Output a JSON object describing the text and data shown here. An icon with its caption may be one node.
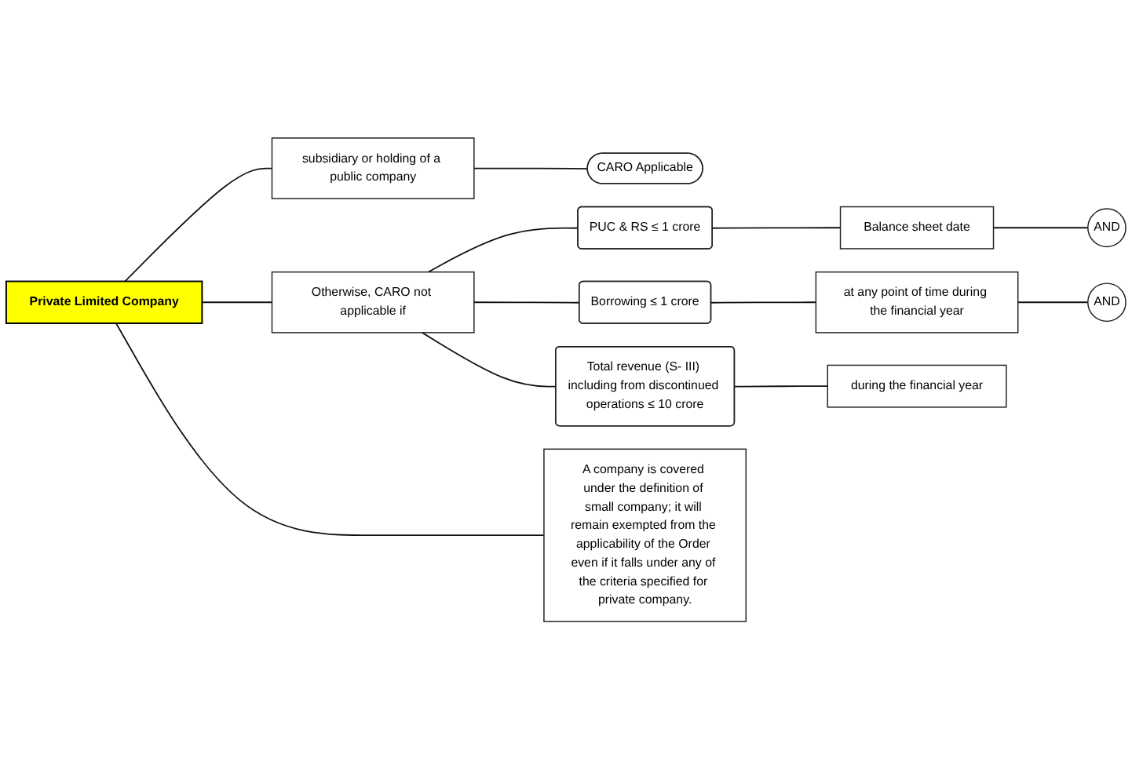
{
  "diagram": {
    "nodes": [
      {
        "text": [
          "Private Limited Company"
        ]
      },
      {
        "text": [
          "subsidiary or holding of a public company"
        ]
      },
      {
        "text": [
          "CARO Applicable"
        ]
      },
      {
        "text": [
          "Otherwise, CARO not applicable if"
        ]
      },
      {
        "text": [
          "PUC & RS ≤ 1 crore"
        ]
      },
      {
        "text": [
          "Balance sheet date"
        ]
      },
      {
        "text": [
          "AND"
        ]
      },
      {
        "text": [
          "Borrowing ≤ 1 crore"
        ]
      },
      {
        "text": [
          "at any point of time during the financial year"
        ]
      },
      {
        "text": [
          "AND"
        ]
      },
      {
        "text": [
          "Total revenue (S- III) including from discontinued operations ≤ 10 crore"
        ]
      },
      {
        "text": [
          "during the financial year"
        ]
      },
      {
        "text": [
          "A company is covered under the definition of small company; it will remain exempted from the applicability of the Order even if it falls under any of the criteria specified for private company."
        ]
      }
    ],
    "edges": [
      {
        "from": 0,
        "to": 1,
        "arrow": "none"
      },
      {
        "from": 0,
        "to": 3,
        "arrow": "none"
      },
      {
        "from": 0,
        "to": 12,
        "arrow": "none"
      },
      {
        "from": 1,
        "to": 2,
        "arrow": "none"
      },
      {
        "from": 3,
        "to": 4,
        "arrow": "none"
      },
      {
        "from": 3,
        "to": 7,
        "arrow": "none"
      },
      {
        "from": 3,
        "to": 10,
        "arrow": "none"
      },
      {
        "from": 4,
        "to": 5,
        "arrow": "none"
      },
      {
        "from": 5,
        "to": 6,
        "arrow": "none"
      },
      {
        "from": 7,
        "to": 8,
        "arrow": "none"
      },
      {
        "from": 8,
        "to": 9,
        "arrow": "none"
      },
      {
        "from": 10,
        "to": 11,
        "arrow": "none"
      }
    ]
  }
}
